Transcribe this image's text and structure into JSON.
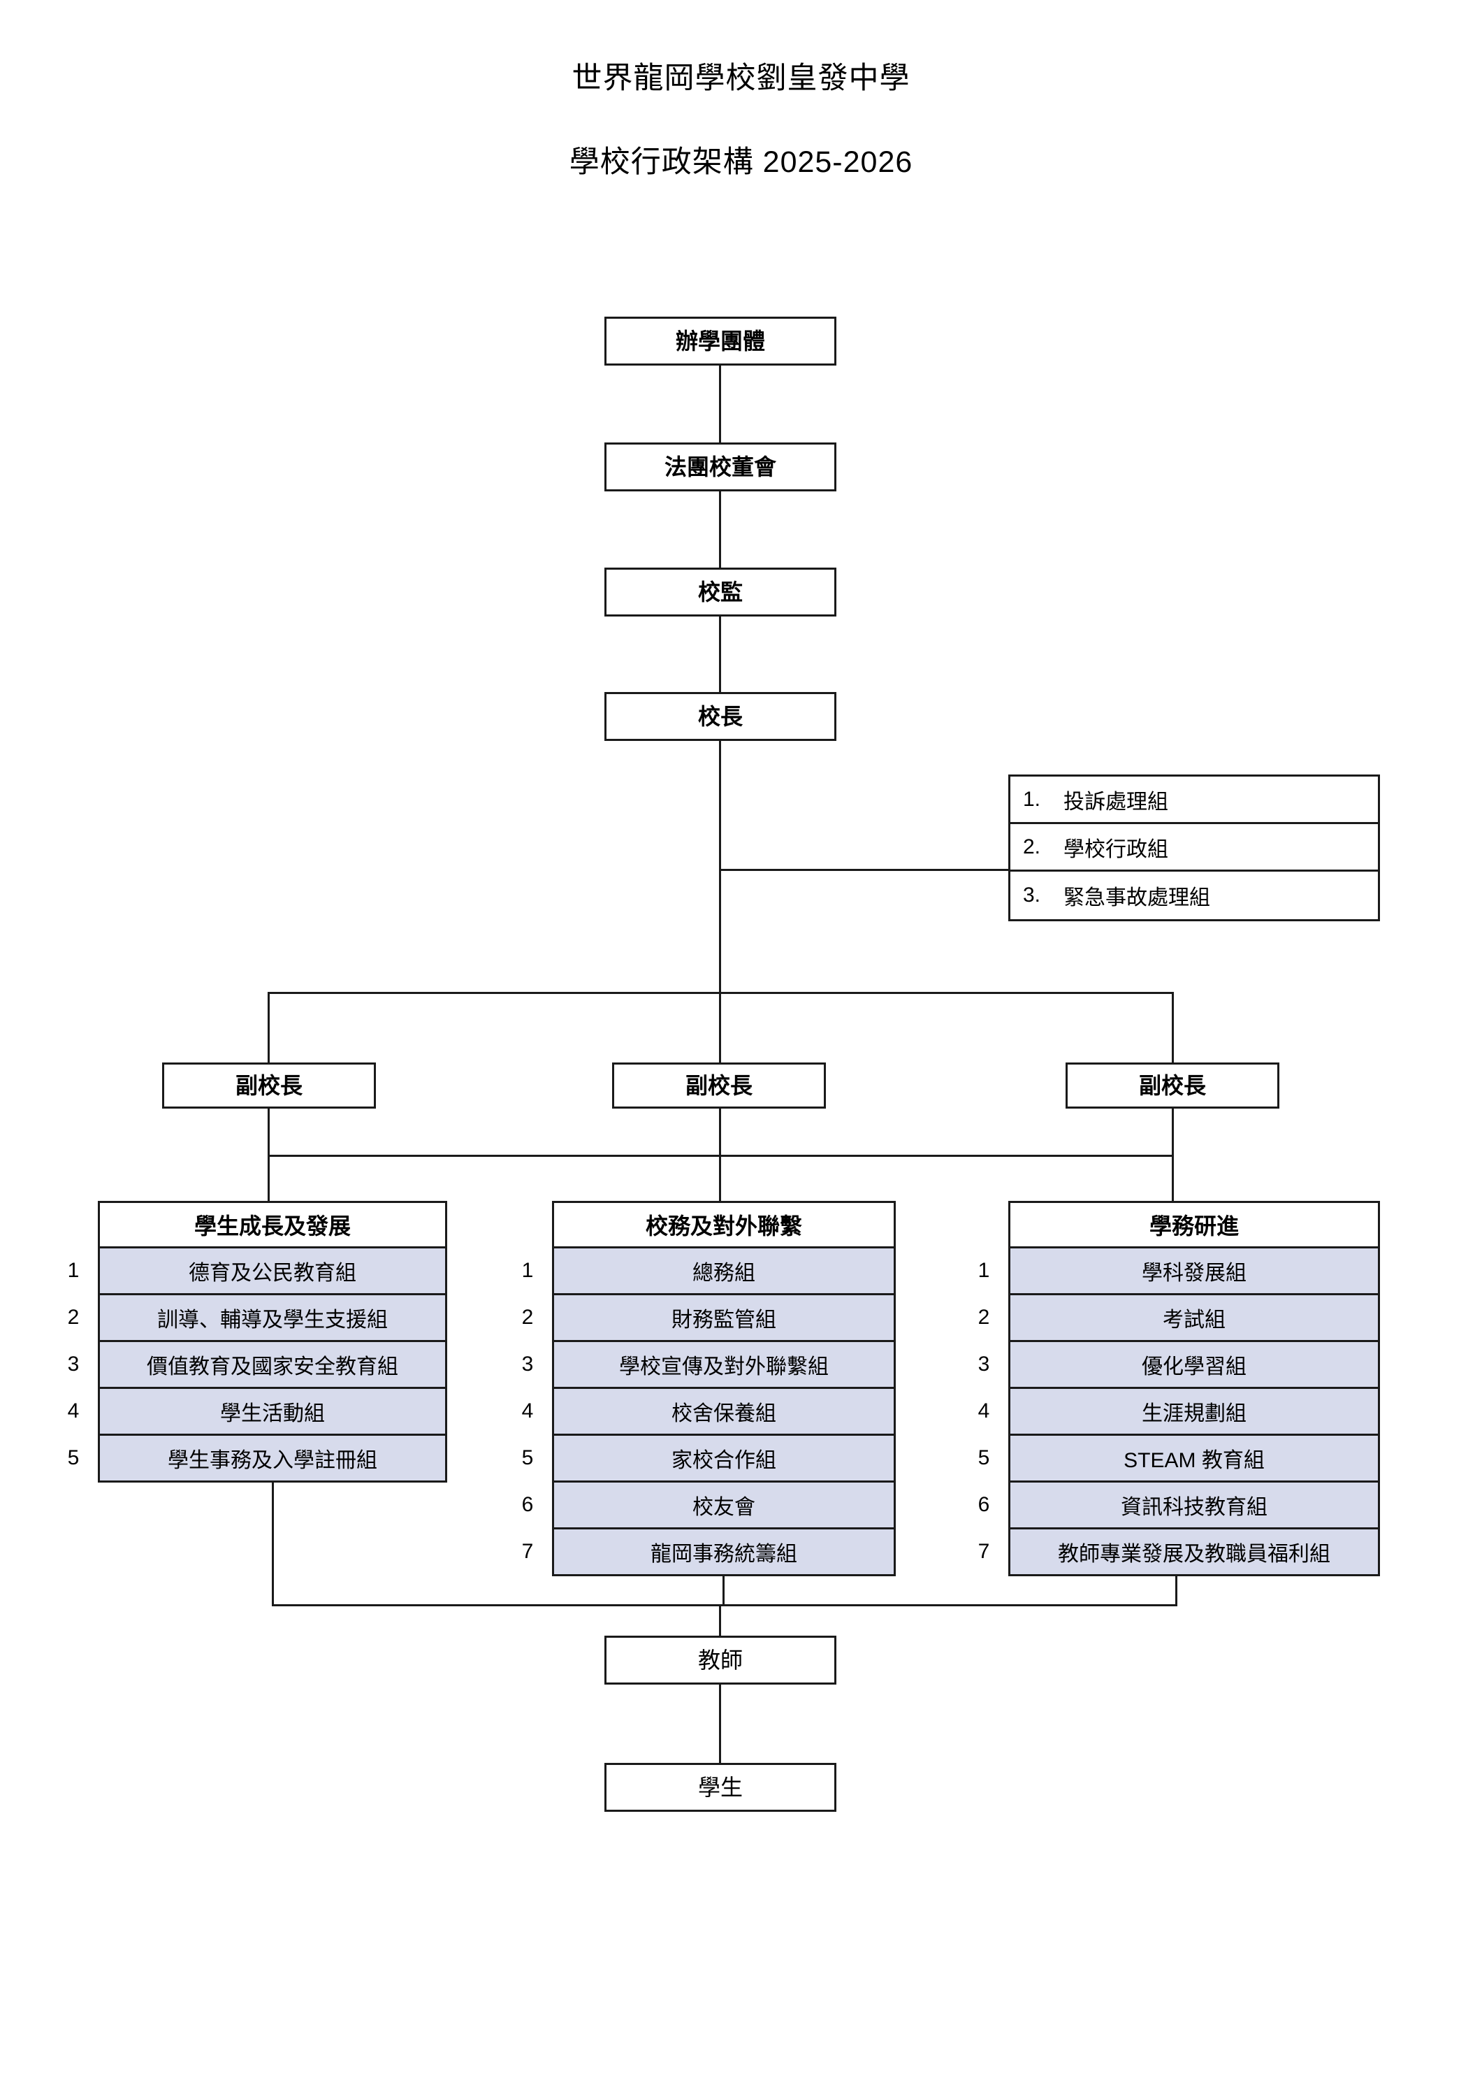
{
  "title": {
    "line1": "世界龍岡學校劉皇發中學",
    "line2": "學校行政架構 2025-2026"
  },
  "hierarchy": {
    "sponsoring_body": "辦學團體",
    "imc": "法團校董會",
    "supervisor": "校監",
    "principal": "校長",
    "vice_principal_1": "副校長",
    "vice_principal_2": "副校長",
    "vice_principal_3": "副校長",
    "teachers": "教師",
    "students": "學生"
  },
  "duty_table": {
    "rows": [
      {
        "num": "1.",
        "label": "投訴處理組"
      },
      {
        "num": "2.",
        "label": "學校行政組"
      },
      {
        "num": "3.",
        "label": "緊急事故處理組"
      }
    ]
  },
  "departments": [
    {
      "header": "學生成長及發展",
      "items": [
        {
          "num": "1",
          "label": "德育及公民教育組"
        },
        {
          "num": "2",
          "label": "訓導、輔導及學生支援組"
        },
        {
          "num": "3",
          "label": "價值教育及國家安全教育組"
        },
        {
          "num": "4",
          "label": "學生活動組"
        },
        {
          "num": "5",
          "label": "學生事務及入學註冊組"
        }
      ]
    },
    {
      "header": "校務及對外聯繫",
      "items": [
        {
          "num": "1",
          "label": "總務組"
        },
        {
          "num": "2",
          "label": "財務監管組"
        },
        {
          "num": "3",
          "label": "學校宣傳及對外聯繫組"
        },
        {
          "num": "4",
          "label": "校舍保養組"
        },
        {
          "num": "5",
          "label": "家校合作組"
        },
        {
          "num": "6",
          "label": "校友會"
        },
        {
          "num": "7",
          "label": "龍岡事務統籌組"
        }
      ]
    },
    {
      "header": "學務研進",
      "items": [
        {
          "num": "1",
          "label": "學科發展組"
        },
        {
          "num": "2",
          "label": "考試組"
        },
        {
          "num": "3",
          "label": "優化學習組"
        },
        {
          "num": "4",
          "label": "生涯規劃組"
        },
        {
          "num": "5",
          "label": "STEAM 教育組"
        },
        {
          "num": "6",
          "label": "資訊科技教育組"
        },
        {
          "num": "7",
          "label": "教師專業發展及教職員福利組"
        }
      ]
    }
  ],
  "colors": {
    "line": "#1a1a1a",
    "item_fill": "#d7dbec",
    "background": "#ffffff"
  }
}
